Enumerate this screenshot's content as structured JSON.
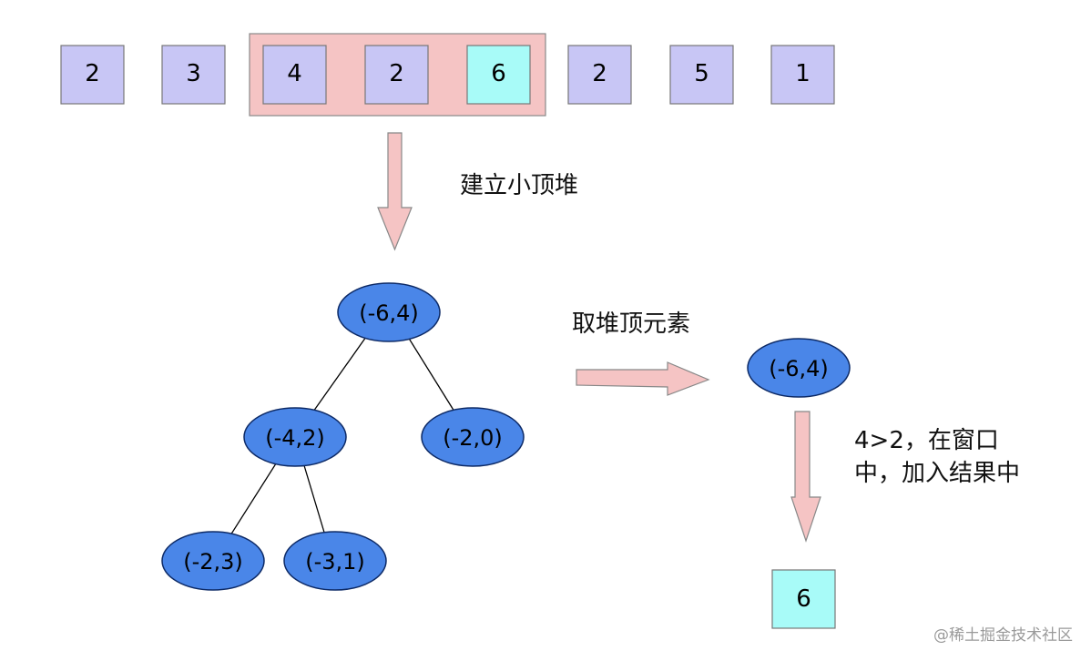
{
  "array": {
    "values": [
      "2",
      "3",
      "4",
      "2",
      "6",
      "2",
      "5",
      "1"
    ],
    "window_start": 2,
    "window_end": 4,
    "highlight_index": 4
  },
  "steps": {
    "build_heap": "建立小顶堆",
    "take_top": "取堆顶元素",
    "compare_line1": "4>2，在窗口",
    "compare_line2": "中，加入结果中"
  },
  "heap": {
    "root": "(-6,4)",
    "left": "(-4,2)",
    "right": "(-2,0)",
    "left_left": "(-2,3)",
    "left_right": "(-3,1)"
  },
  "popped": "(-6,4)",
  "result": "6",
  "watermark": "@稀土掘金技术社区",
  "colors": {
    "cell_fill": "#c8c6f5",
    "cell_stroke": "#777777",
    "highlight_fill": "#a8fbf8",
    "window_fill": "#f5c4c4",
    "node_fill": "#4a86e8",
    "node_stroke": "#0d2a66",
    "arrow_fill": "#f5c4c4",
    "arrow_stroke": "#888888"
  }
}
